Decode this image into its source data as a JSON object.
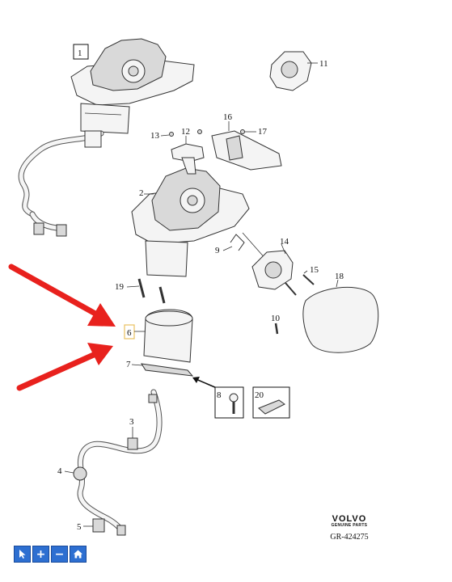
{
  "diagram": {
    "callouts": [
      {
        "id": "1",
        "text": "1"
      },
      {
        "id": "2",
        "text": "2"
      },
      {
        "id": "3",
        "text": "3"
      },
      {
        "id": "4",
        "text": "4"
      },
      {
        "id": "5",
        "text": "5"
      },
      {
        "id": "6",
        "text": "6"
      },
      {
        "id": "7",
        "text": "7"
      },
      {
        "id": "8",
        "text": "8"
      },
      {
        "id": "9",
        "text": "9"
      },
      {
        "id": "10",
        "text": "10"
      },
      {
        "id": "11",
        "text": "11"
      },
      {
        "id": "12",
        "text": "12"
      },
      {
        "id": "13",
        "text": "13"
      },
      {
        "id": "14",
        "text": "14"
      },
      {
        "id": "15",
        "text": "15"
      },
      {
        "id": "16",
        "text": "16"
      },
      {
        "id": "17",
        "text": "17"
      },
      {
        "id": "18",
        "text": "18"
      },
      {
        "id": "19",
        "text": "19"
      },
      {
        "id": "20",
        "text": "20"
      }
    ],
    "highlight_color": "#e8c060",
    "arrow_color": "#e8211d"
  },
  "brand": {
    "name": "VOLVO",
    "subtitle": "GENUINE PARTS",
    "reference": "GR-424275"
  },
  "toolbar": {
    "buttons": [
      {
        "icon": "pointer-icon"
      },
      {
        "icon": "zoom-in-icon",
        "glyph": "+"
      },
      {
        "icon": "zoom-out-icon",
        "glyph": "−"
      },
      {
        "icon": "home-icon"
      }
    ]
  }
}
